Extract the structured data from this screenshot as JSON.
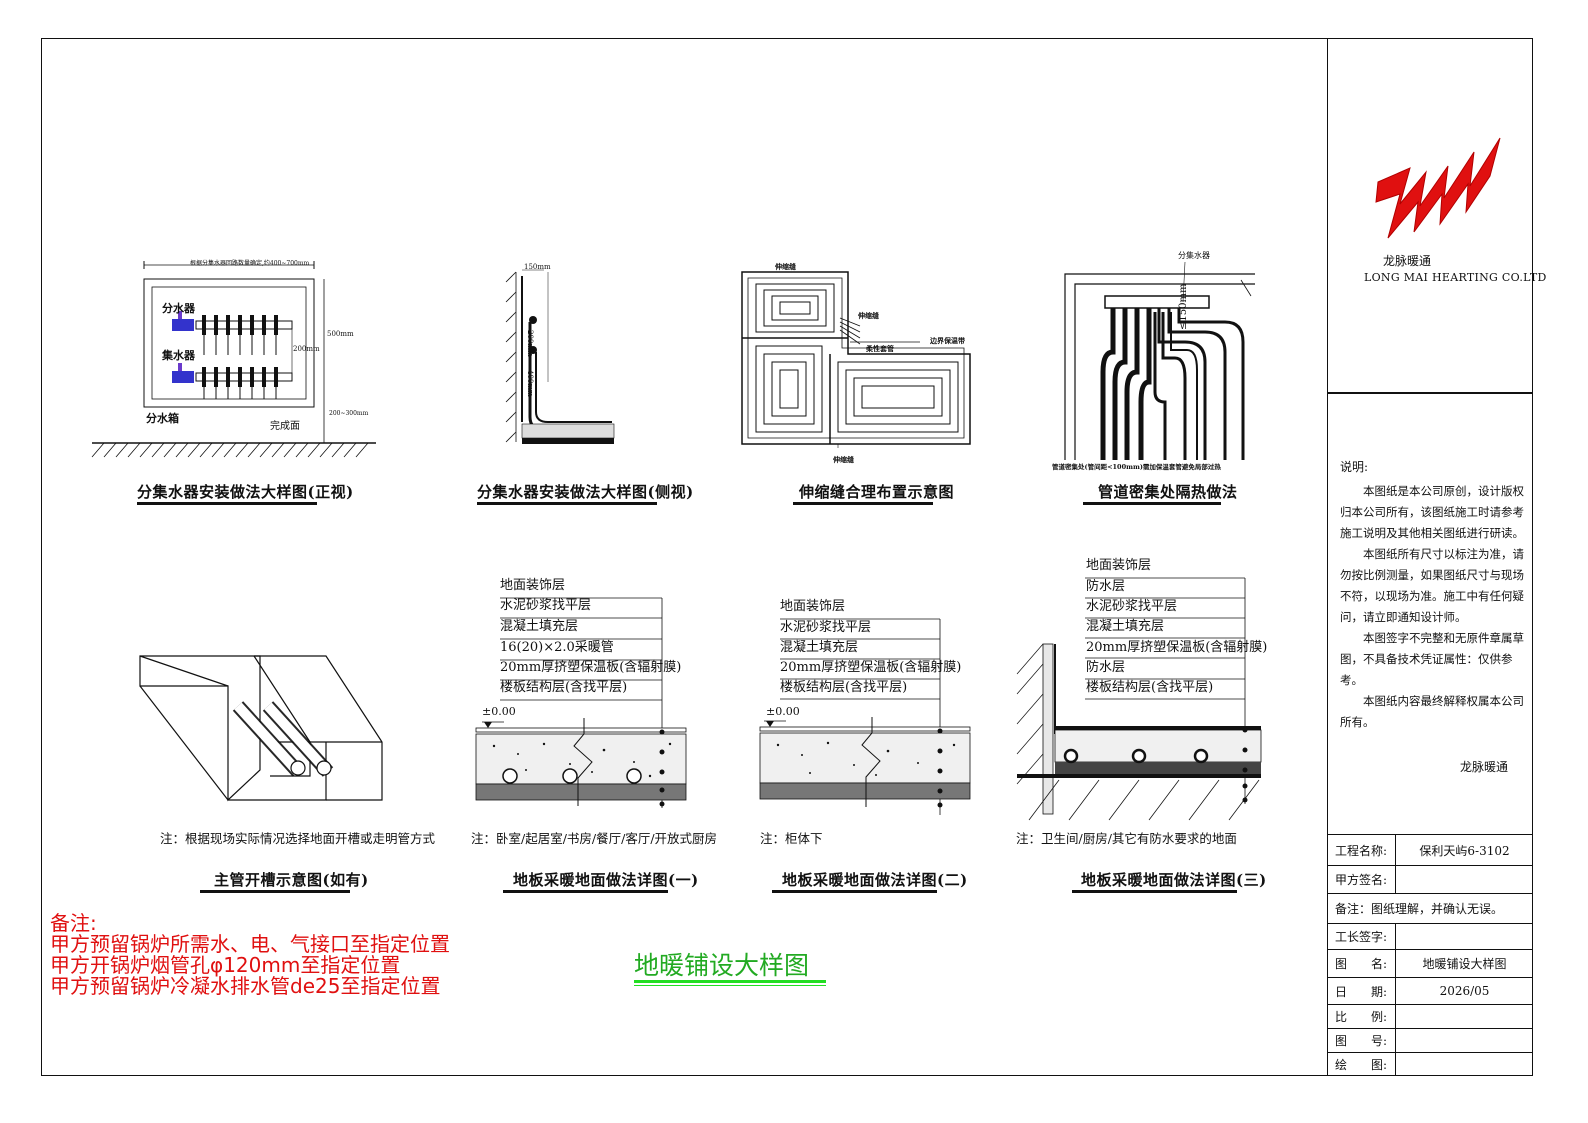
{
  "company": {
    "name_cn": "龙脉暖通",
    "name_en": "LONG MAI HEARTING CO.LTD",
    "logo_color": "#e01010"
  },
  "notes": {
    "title": "说明:",
    "paragraphs": [
      "本图纸是本公司原创，设计版权归本公司所有，该图纸施工时请参考施工说明及其他相关图纸进行研读。",
      "本图纸所有尺寸以标注为准，请勿按比例测量，如果图纸尺寸与现场不符，以现场为准。施工中有任何疑问，请立即通知设计师。",
      "本图签字不完整和无原件章属草图，不具备技术凭证属性：仅供参考。",
      "本图纸内容最终解释权属本公司所有。"
    ],
    "signature": "龙脉暖通"
  },
  "title_block": {
    "project_label": "工程名称:",
    "project_value": "保利天屿6-3102",
    "client_sign_label": "甲方签名:",
    "remark": "备注：图纸理解，并确认无误。",
    "foreman_label": "工长签字:",
    "drawing_name_label": "图　　名:",
    "drawing_name_value": "地暖铺设大样图",
    "date_label": "日　　期:",
    "date_value": "2026/05",
    "scale_label": "比　　例:",
    "drawing_no_label": "图　　号:",
    "drawn_by_label": "绘　　图:"
  },
  "details": {
    "manifold_front": {
      "caption": "分集水器安装做法大样图(正视)",
      "width_dim": "根据分集水器回路数量确定,约400~700mm",
      "height_dim": "500mm",
      "bottom_dim": "200~300mm",
      "spacing_dim": "200mm",
      "supply_label": "分水器",
      "return_label": "集水器",
      "box_label": "分水箱",
      "floor_label": "完成面"
    },
    "manifold_side": {
      "caption": "分集水器安装做法大样图(侧视)",
      "dim_top": "150mm",
      "dim_mid": "200mm",
      "dim_low": "400mm"
    },
    "expansion": {
      "caption": "伸缩缝合理布置示意图",
      "joint_label": "伸缩缝",
      "sleeve_label": "柔性套管",
      "insulation_label": "边界保温带"
    },
    "pipe_insulation": {
      "caption": "管道密集处隔热做法",
      "manifold_label": "分集水器",
      "dim": "≤150mm",
      "bottom_note": "管道密集处(管间距<100mm)需加保温套管避免局部过热"
    },
    "trench": {
      "caption": "主管开槽示意图(如有)",
      "note": "注：根据现场实际情况选择地面开槽或走明管方式"
    },
    "floor_1": {
      "caption": "地板采暖地面做法详图(一)",
      "layers": [
        "地面装饰层",
        "水泥砂浆找平层",
        "混凝土填充层",
        "16(20)×2.0采暖管",
        "20mm厚挤塑保温板(含辐射膜)",
        "楼板结构层(含找平层)"
      ],
      "level": "±0.00",
      "note": "注：卧室/起居室/书房/餐厅/客厅/开放式厨房"
    },
    "floor_2": {
      "caption": "地板采暖地面做法详图(二)",
      "layers": [
        "地面装饰层",
        "水泥砂浆找平层",
        "混凝土填充层",
        "20mm厚挤塑保温板(含辐射膜)",
        "楼板结构层(含找平层)"
      ],
      "level": "±0.00",
      "note": "注：柜体下"
    },
    "floor_3": {
      "caption": "地板采暖地面做法详图(三)",
      "layers": [
        "地面装饰层",
        "防水层",
        "水泥砂浆找平层",
        "混凝土填充层",
        "20mm厚挤塑保温板(含辐射膜)",
        "防水层",
        "楼板结构层(含找平层)"
      ],
      "note": "注：卫生间/厨房/其它有防水要求的地面"
    }
  },
  "remarks": {
    "title": "备注:",
    "lines": [
      "甲方预留锅炉所需水、电、气接口至指定位置",
      "甲方开锅炉烟管孔φ120mm至指定位置",
      "甲方预留锅炉冷凝水排水管de25至指定位置"
    ],
    "color": "#e01010"
  },
  "main_title": {
    "text": "地暖铺设大样图",
    "color": "#22aa22",
    "underline_color": "#22dd22"
  }
}
